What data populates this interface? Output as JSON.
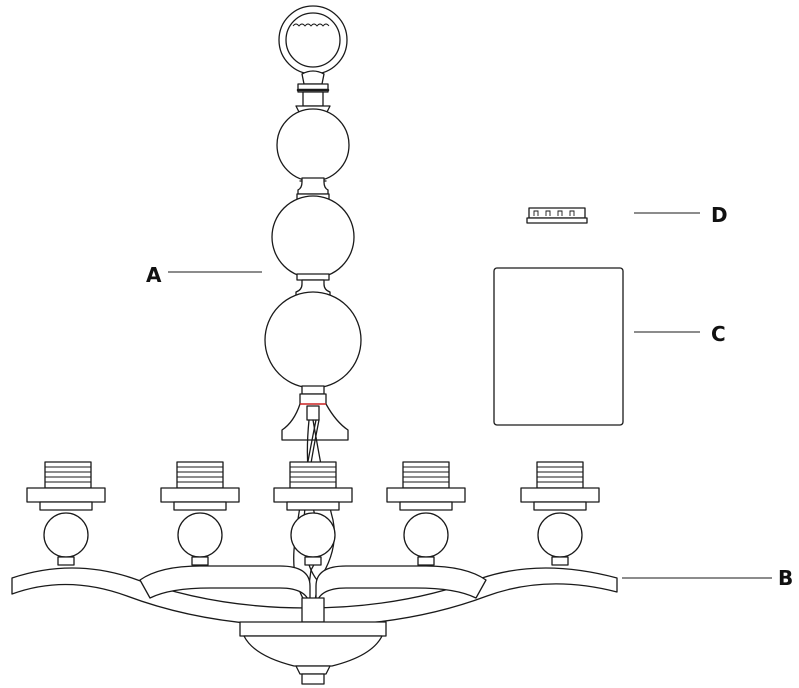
{
  "diagram": {
    "parts": [
      {
        "id": "A",
        "label": "A"
      },
      {
        "id": "B",
        "label": "B"
      },
      {
        "id": "C",
        "label": "C"
      },
      {
        "id": "D",
        "label": "D"
      }
    ],
    "colors": {
      "line": "#1a1a1a",
      "accent": "#cc2222",
      "background": "#ffffff"
    }
  }
}
